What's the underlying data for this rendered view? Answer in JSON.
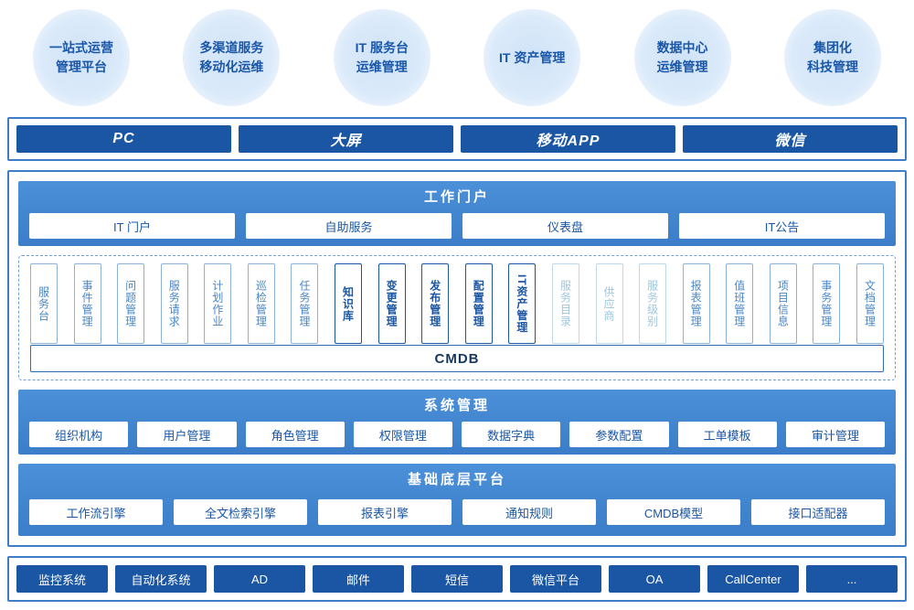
{
  "bubbles": [
    {
      "label": "一站式运营\n管理平台"
    },
    {
      "label": "多渠道服务\n移动化运维"
    },
    {
      "label": "IT 服务台\n运维管理"
    },
    {
      "label": "IT 资产管理"
    },
    {
      "label": "数据中心\n运维管理"
    },
    {
      "label": "集团化\n科技管理"
    }
  ],
  "channels": [
    "PC",
    "大屏",
    "移动APP",
    "微信"
  ],
  "portal": {
    "title": "工作门户",
    "items": [
      "IT 门户",
      "自助服务",
      "仪表盘",
      "IT公告"
    ]
  },
  "modules": [
    {
      "label": "服务台",
      "style": "normal"
    },
    {
      "label": "事件管理",
      "style": "normal"
    },
    {
      "label": "问题管理",
      "style": "normal"
    },
    {
      "label": "服务请求",
      "style": "normal"
    },
    {
      "label": "计划作业",
      "style": "normal"
    },
    {
      "label": "巡检管理",
      "style": "normal"
    },
    {
      "label": "任务管理",
      "style": "normal"
    },
    {
      "label": "知识库",
      "style": "bold"
    },
    {
      "label": "变更管理",
      "style": "bold"
    },
    {
      "label": "发布管理",
      "style": "bold"
    },
    {
      "label": "配置管理",
      "style": "bold"
    },
    {
      "label": "IT资产管理",
      "style": "bold"
    },
    {
      "label": "服务目录",
      "style": "faded"
    },
    {
      "label": "供应商",
      "style": "faded"
    },
    {
      "label": "服务级别",
      "style": "faded"
    },
    {
      "label": "报表管理",
      "style": "normal"
    },
    {
      "label": "值班管理",
      "style": "normal"
    },
    {
      "label": "项目信息",
      "style": "normal"
    },
    {
      "label": "事务管理",
      "style": "normal"
    },
    {
      "label": "文档管理",
      "style": "normal"
    }
  ],
  "cmdb": {
    "label": "CMDB"
  },
  "system": {
    "title": "系统管理",
    "items": [
      "组织机构",
      "用户管理",
      "角色管理",
      "权限管理",
      "数据字典",
      "参数配置",
      "工单模板",
      "审计管理"
    ]
  },
  "platform": {
    "title": "基础底层平台",
    "items": [
      "工作流引擎",
      "全文检索引擎",
      "报表引擎",
      "通知规则",
      "CMDB模型",
      "接口适配器"
    ]
  },
  "integrations": [
    "监控系统",
    "自动化系统",
    "AD",
    "邮件",
    "短信",
    "微信平台",
    "OA",
    "CallCenter",
    "..."
  ]
}
